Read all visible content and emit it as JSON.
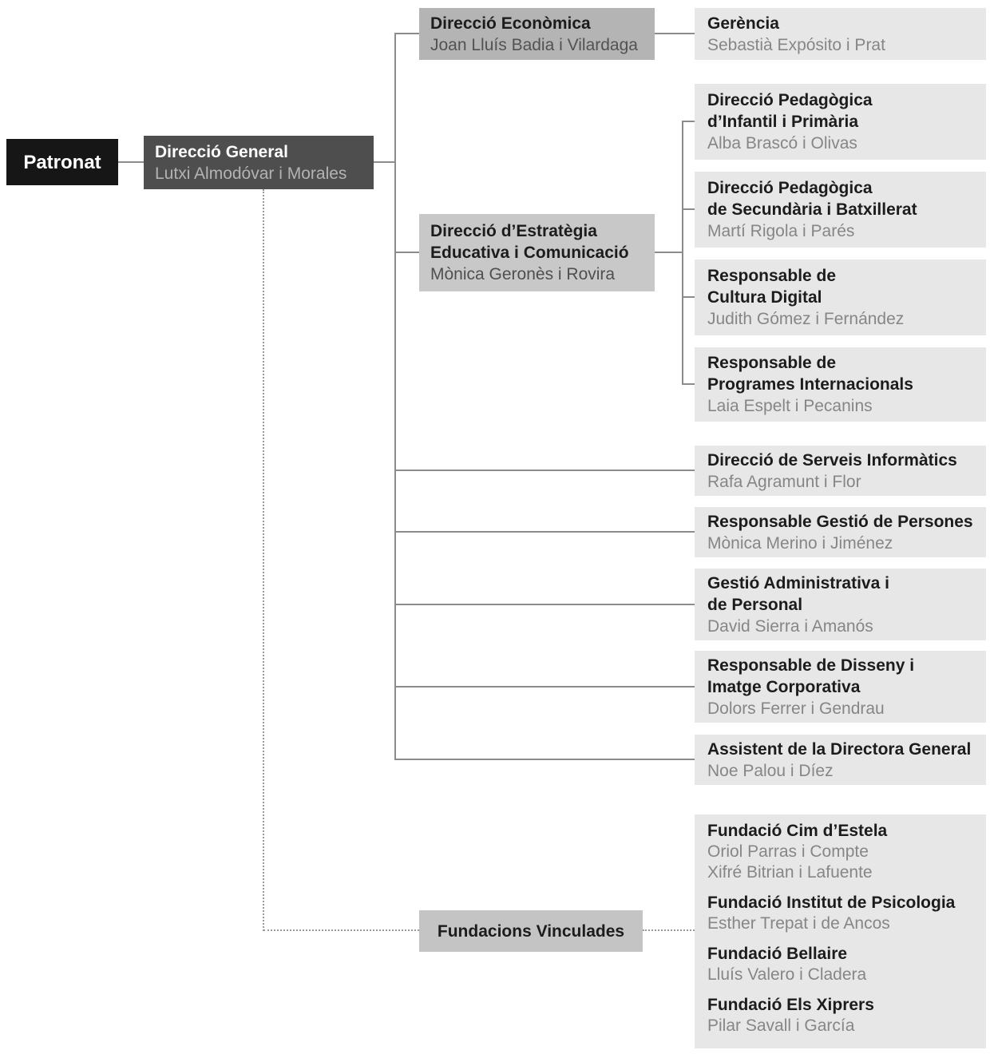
{
  "org": {
    "patronat": {
      "label": "Patronat"
    },
    "direccio_general": {
      "title": "Direcció General",
      "person": "Lutxi Almodóvar i Morales"
    },
    "direccio_economica": {
      "title": "Direcció Econòmica",
      "person": "Joan Lluís Badia i Vilardaga"
    },
    "gerencia": {
      "title": "Gerència",
      "person": "Sebastià Expósito i Prat"
    },
    "estrategia": {
      "title": "Direcció d’Estratègia\nEducativa i Comunicació",
      "person": "Mònica Geronès i Rovira"
    },
    "pedagogica_infantil": {
      "title": "Direcció Pedagògica\nd’Infantil i Primària",
      "person": "Alba Brascó i Olivas"
    },
    "pedagogica_secundaria": {
      "title": "Direcció Pedagògica\nde Secundària i Batxillerat",
      "person": "Martí Rigola i Parés"
    },
    "cultura_digital": {
      "title": "Responsable de\nCultura Digital",
      "person": "Judith Gómez i Fernández"
    },
    "programes_internacionals": {
      "title": "Responsable de\nProgrames Internacionals",
      "person": "Laia Espelt i Pecanins"
    },
    "serveis_informatics": {
      "title": "Direcció de Serveis Informàtics",
      "person": "Rafa Agramunt i Flor"
    },
    "gestio_persones": {
      "title": "Responsable Gestió de Persones",
      "person": "Mònica Merino i Jiménez"
    },
    "gestio_administrativa": {
      "title": "Gestió Administrativa i\nde Personal",
      "person": "David Sierra i Amanós"
    },
    "disseny": {
      "title": "Responsable de Disseny i\nImatge Corporativa",
      "person": "Dolors Ferrer i Gendrau"
    },
    "assistent": {
      "title": "Assistent de la Directora General",
      "person": "Noe Palou i Díez"
    },
    "fundacions_vinculades": {
      "label": "Fundacions Vinculades"
    },
    "fundacions": [
      {
        "title": "Fundació Cim d’Estela",
        "person1": "Oriol Parras i Compte",
        "person2": "Xifré Bitrian i Lafuente"
      },
      {
        "title": "Fundació Institut de Psicologia",
        "person1": "Esther Trepat i de Ancos"
      },
      {
        "title": "Fundació Bellaire",
        "person1": "Lluís Valero i Cladera"
      },
      {
        "title": "Fundació Els Xiprers",
        "person1": "Pilar Savall i García"
      }
    ]
  },
  "colors": {
    "patronat_bg": "#161616",
    "dg_bg": "#4e4e4e",
    "econ_bg": "#b4b4b4",
    "estrategia_bg": "#c8c8c8",
    "fv_bg": "#c4c4c4",
    "leaf_bg": "#e7e7e7",
    "line": "#8c8c8c",
    "title": "#1c1c1c",
    "person": "#868686"
  }
}
